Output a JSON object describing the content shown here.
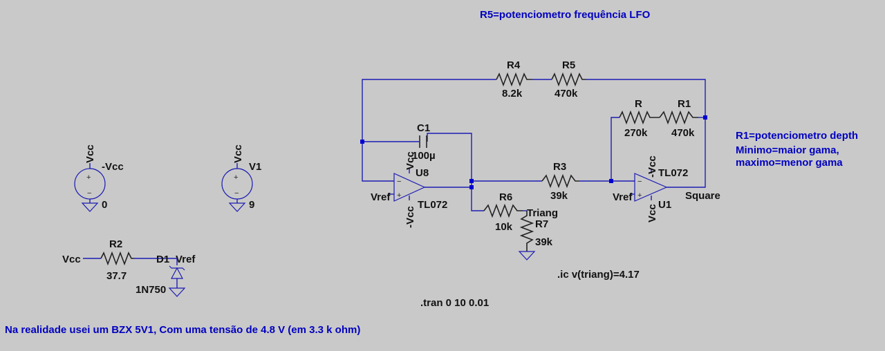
{
  "notes": {
    "lfo": "R5=potenciometro frequência LFO",
    "depth_1": "R1=potenciometro depth",
    "depth_2": "Minimo=maior gama,",
    "depth_3": "maximo=menor gama",
    "bottom": "Na realidade usei um BZX 5V1, Com uma tensão de 4.8 V (em 3.3 k ohm)"
  },
  "directives": {
    "tran": ".tran 0 10 0.01",
    "ic": ".ic v(triang)=4.17"
  },
  "components": {
    "r4": {
      "name": "R4",
      "value": "8.2k"
    },
    "r5": {
      "name": "R5",
      "value": "470k"
    },
    "r": {
      "name": "R",
      "value": "270k"
    },
    "r1": {
      "name": "R1",
      "value": "470k"
    },
    "r3": {
      "name": "R3",
      "value": "39k"
    },
    "r6": {
      "name": "R6",
      "value": "10k"
    },
    "r7": {
      "name": "R7",
      "value": "39k"
    },
    "r2": {
      "name": "R2",
      "value": "37.7"
    },
    "c1": {
      "name": "C1",
      "value": "100µ"
    },
    "u8": {
      "name": "U8",
      "model": "TL072"
    },
    "u1": {
      "name": "U1",
      "model": "TL072"
    },
    "d1": {
      "name": "D1",
      "model": "1N750"
    },
    "vneg": {
      "name": "-Vcc",
      "value": "0"
    },
    "v1": {
      "name": "V1",
      "value": "9"
    }
  },
  "nets": {
    "vcc": "Vcc",
    "neg_vcc": "-Vcc",
    "vref": "Vref",
    "triang": "Triang",
    "square": "Square"
  }
}
